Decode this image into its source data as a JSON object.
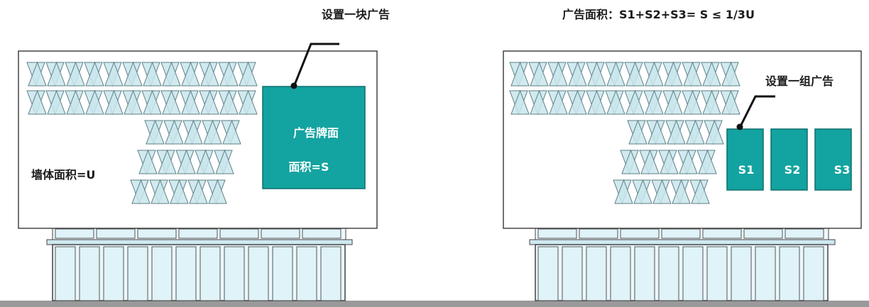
{
  "left_panel": {
    "callout": "设置一块广告",
    "wall_area": "墙体面积=U",
    "billboard_line1": "广告牌面",
    "billboard_line2": "面积=S"
  },
  "right_panel": {
    "formula": "广告面积：S1+S2+S3= S ≤ 1/3U",
    "callout": "设置一组广告",
    "signs": [
      "S1",
      "S2",
      "S3"
    ]
  },
  "colors": {
    "sign_fill": "#13a3a0",
    "sign_stroke": "#0d6f6c",
    "pattern_fill": "#c9e6ec",
    "glass_fill": "#dff3f8",
    "ground": "#9a9a9a"
  }
}
